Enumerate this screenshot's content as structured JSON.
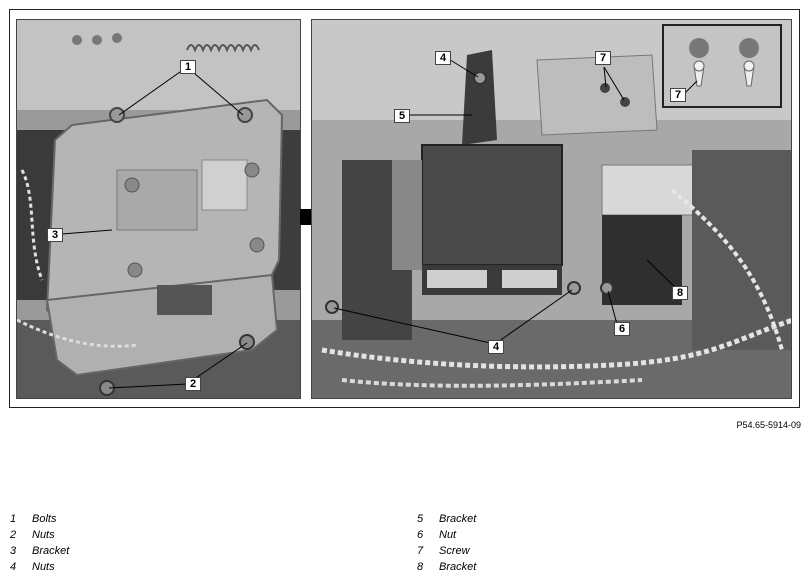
{
  "figure": {
    "reference_code": "P54.65-5914-09",
    "callouts_left": [
      "1",
      "3",
      "2"
    ],
    "callouts_right": [
      "4",
      "5",
      "7",
      "7",
      "4",
      "6",
      "8"
    ]
  },
  "legend": [
    {
      "number": "1",
      "label": "Bolts"
    },
    {
      "number": "2",
      "label": "Nuts"
    },
    {
      "number": "3",
      "label": "Bracket"
    },
    {
      "number": "4",
      "label": "Nuts"
    },
    {
      "number": "5",
      "label": "Bracket"
    },
    {
      "number": "6",
      "label": "Nut"
    },
    {
      "number": "7",
      "label": "Screw"
    },
    {
      "number": "8",
      "label": "Bracket"
    }
  ],
  "colors": {
    "photo_dark": "#3a3a3a",
    "photo_mid": "#8c8c8c",
    "photo_light": "#c8c8c8",
    "bracket_metal": "#b5b5b5"
  }
}
